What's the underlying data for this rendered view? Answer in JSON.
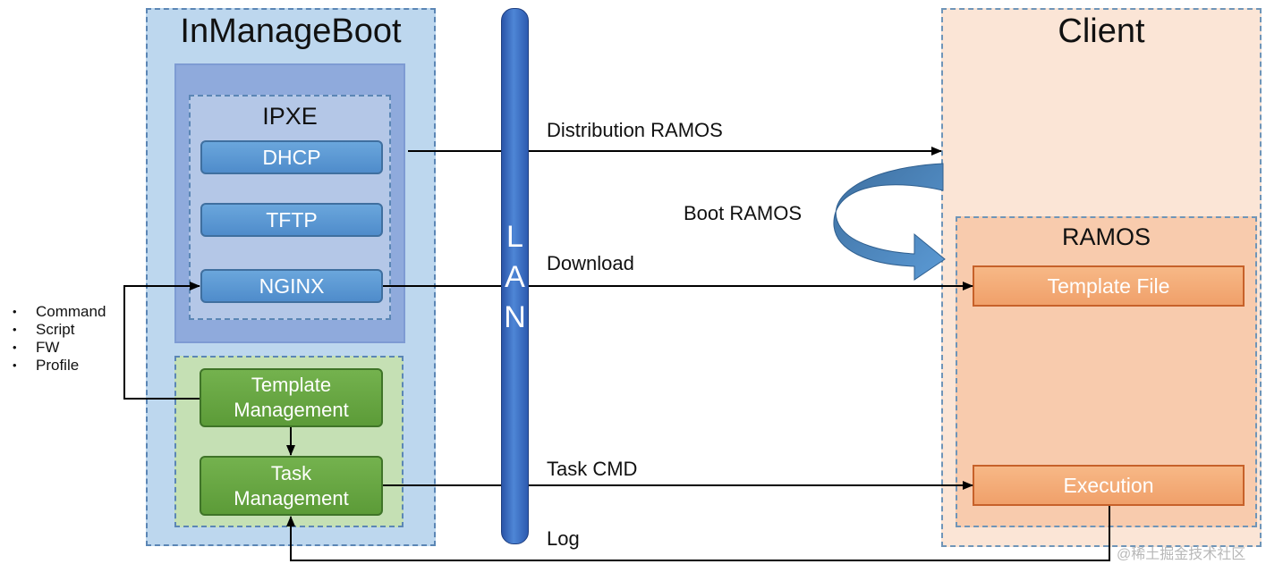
{
  "server": {
    "title": "InManageBoot",
    "ipxe_title": "IPXE",
    "services": [
      "DHCP",
      "TFTP",
      "NGINX"
    ],
    "template_management": "Template\nManagement",
    "task_management": "Task\nManagement"
  },
  "bus": {
    "label_letters": [
      "L",
      "A",
      "N"
    ]
  },
  "client": {
    "title": "Client",
    "ramos_title": "RAMOS",
    "template_file": "Template File",
    "execution": "Execution"
  },
  "arrows": {
    "distribution": "Distribution RAMOS",
    "boot": "Boot RAMOS",
    "download": "Download",
    "task_cmd": "Task CMD",
    "log": "Log"
  },
  "template_items": [
    "Command",
    "Script",
    "FW",
    "Profile"
  ],
  "watermark": "@稀土掘金技术社区",
  "colors": {
    "server_bg": "#bdd7ee",
    "ipxe_outer": "#8faadc",
    "ipxe_inner": "#b4c7e7",
    "green_bg": "#c5e0b4",
    "client_bg": "#fbe5d6",
    "ramos_bg": "#f8cbad",
    "lan_bar": "#3a6fc4"
  }
}
